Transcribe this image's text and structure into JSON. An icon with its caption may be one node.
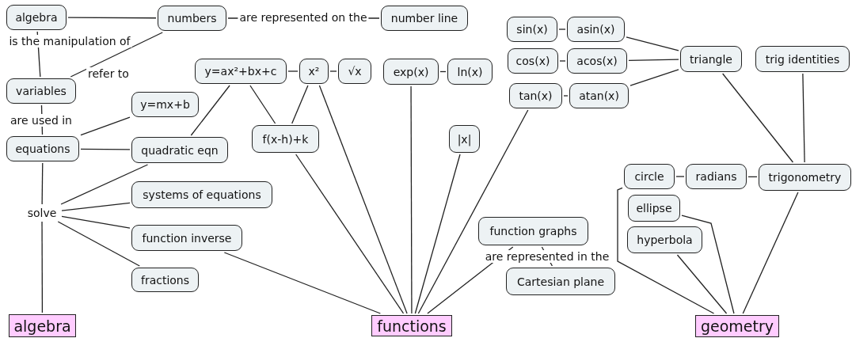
{
  "diagram": {
    "nodes": [
      {
        "text": [
          "algebra"
        ]
      },
      {
        "text": [
          "numbers"
        ]
      },
      {
        "text": [
          "number line"
        ]
      },
      {
        "text": [
          "variables"
        ]
      },
      {
        "text": [
          "y=ax²+bx+c"
        ]
      },
      {
        "text": [
          "x²"
        ]
      },
      {
        "text": [
          "√x"
        ]
      },
      {
        "text": [
          "exp(x)"
        ]
      },
      {
        "text": [
          "ln(x)"
        ]
      },
      {
        "text": [
          "sin(x)"
        ]
      },
      {
        "text": [
          "asin(x)"
        ]
      },
      {
        "text": [
          "cos(x)"
        ]
      },
      {
        "text": [
          "acos(x)"
        ]
      },
      {
        "text": [
          "tan(x)"
        ]
      },
      {
        "text": [
          "atan(x)"
        ]
      },
      {
        "text": [
          "triangle"
        ]
      },
      {
        "text": [
          "trig identities"
        ]
      },
      {
        "text": [
          "y=mx+b"
        ]
      },
      {
        "text": [
          "equations"
        ]
      },
      {
        "text": [
          "quadratic eqn"
        ]
      },
      {
        "text": [
          "f(x-h)+k"
        ]
      },
      {
        "text": [
          "|x|"
        ]
      },
      {
        "text": [
          "solve"
        ]
      },
      {
        "text": [
          "systems of equations"
        ]
      },
      {
        "text": [
          "function inverse"
        ]
      },
      {
        "text": [
          "fractions"
        ]
      },
      {
        "text": [
          "function graphs"
        ]
      },
      {
        "text": [
          "Cartesian plane"
        ]
      },
      {
        "text": [
          "circle"
        ]
      },
      {
        "text": [
          "radians"
        ]
      },
      {
        "text": [
          "trigonometry"
        ]
      },
      {
        "text": [
          "ellipse"
        ]
      },
      {
        "text": [
          "hyperbola"
        ]
      },
      {
        "text": [
          "algebra"
        ]
      },
      {
        "text": [
          "functions"
        ]
      },
      {
        "text": [
          "geometry"
        ]
      }
    ],
    "edges": [
      {
        "from": 0,
        "to": 1,
        "arrow": "none"
      },
      {
        "from": 1,
        "to": 2,
        "arrow": "none",
        "label": "are represented on the"
      },
      {
        "from": 0,
        "to": 3,
        "arrow": "none",
        "label": "is the manipulation of"
      },
      {
        "from": 3,
        "to": 1,
        "arrow": "none",
        "label": "refer to"
      },
      {
        "from": 3,
        "to": 18,
        "arrow": "none",
        "label": "are used in"
      },
      {
        "from": 4,
        "to": 5,
        "arrow": "none"
      },
      {
        "from": 5,
        "to": 6,
        "arrow": "none"
      },
      {
        "from": 7,
        "to": 8,
        "arrow": "none"
      },
      {
        "from": 9,
        "to": 10,
        "arrow": "none"
      },
      {
        "from": 11,
        "to": 12,
        "arrow": "none"
      },
      {
        "from": 13,
        "to": 14,
        "arrow": "none"
      },
      {
        "from": 10,
        "to": 15,
        "arrow": "none"
      },
      {
        "from": 12,
        "to": 15,
        "arrow": "none"
      },
      {
        "from": 14,
        "to": 15,
        "arrow": "none"
      },
      {
        "from": 18,
        "to": 17,
        "arrow": "none"
      },
      {
        "from": 18,
        "to": 19,
        "arrow": "none"
      },
      {
        "from": 4,
        "to": 19,
        "arrow": "none"
      },
      {
        "from": 4,
        "to": 20,
        "arrow": "none"
      },
      {
        "from": 5,
        "to": 20,
        "arrow": "none"
      },
      {
        "from": 5,
        "to": 34,
        "arrow": "none"
      },
      {
        "from": 7,
        "to": 34,
        "arrow": "none"
      },
      {
        "from": 21,
        "to": 34,
        "arrow": "none"
      },
      {
        "from": 13,
        "to": 34,
        "arrow": "none"
      },
      {
        "from": 26,
        "to": 34,
        "arrow": "none"
      },
      {
        "from": 20,
        "to": 34,
        "arrow": "none"
      },
      {
        "from": 24,
        "to": 34,
        "arrow": "none"
      },
      {
        "from": 18,
        "to": 22,
        "arrow": "none"
      },
      {
        "from": 22,
        "to": 19,
        "arrow": "none"
      },
      {
        "from": 22,
        "to": 23,
        "arrow": "none"
      },
      {
        "from": 22,
        "to": 24,
        "arrow": "none"
      },
      {
        "from": 22,
        "to": 25,
        "arrow": "none"
      },
      {
        "from": 22,
        "to": 33,
        "arrow": "none"
      },
      {
        "from": 15,
        "to": 30,
        "arrow": "none"
      },
      {
        "from": 16,
        "to": 30,
        "arrow": "none"
      },
      {
        "from": 28,
        "to": 29,
        "arrow": "none"
      },
      {
        "from": 29,
        "to": 30,
        "arrow": "none"
      },
      {
        "from": 28,
        "to": 35,
        "arrow": "none"
      },
      {
        "from": 31,
        "to": 35,
        "arrow": "none"
      },
      {
        "from": 32,
        "to": 35,
        "arrow": "none"
      },
      {
        "from": 30,
        "to": 35,
        "arrow": "none"
      },
      {
        "from": 26,
        "to": 27,
        "arrow": "none",
        "label": "are represented in the"
      }
    ]
  }
}
